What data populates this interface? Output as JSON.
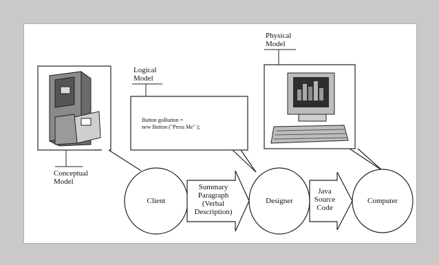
{
  "labels": {
    "physical_model": [
      "Physical",
      "Model"
    ],
    "logical_model": [
      "Logical",
      "Model"
    ],
    "conceptual_model": [
      "Conceptual",
      "Model"
    ]
  },
  "code": [
    "Button goButton =",
    "new Button (\"Press Me\"  );"
  ],
  "nodes": {
    "client": "Client",
    "designer": "Designer",
    "computer": "Computer"
  },
  "arrows": {
    "summary": [
      "Summary",
      "Paragraph",
      "(Verbal",
      "Description)"
    ],
    "java": [
      "Java",
      "Source",
      "Code"
    ]
  },
  "colors": {
    "background": "#c9c9c9",
    "panel": "#ffffff",
    "stroke": "#222222"
  },
  "icons": {
    "conceptual": "file-cabinet-icon",
    "physical": "computer-icon"
  }
}
